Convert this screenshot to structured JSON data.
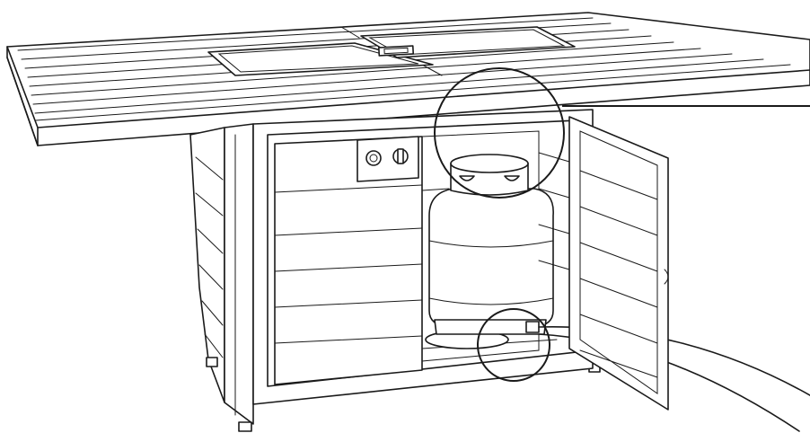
{
  "figure": {
    "subject": "fire-pit-table-with-propane-tank",
    "line_color": "#1a1a1a",
    "background_color": "#ffffff",
    "callouts": [
      "tank-valve-connection",
      "hose-outlet"
    ]
  }
}
